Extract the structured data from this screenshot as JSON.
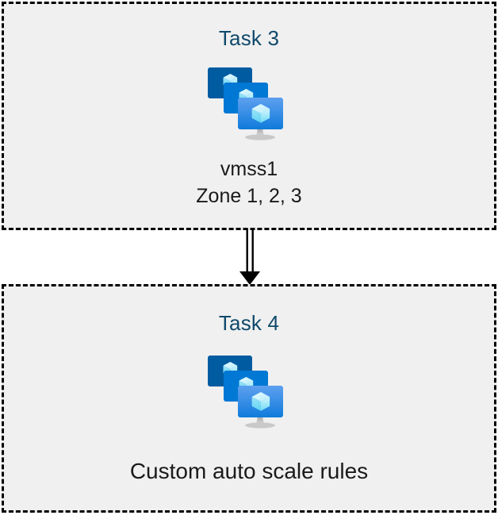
{
  "diagram": {
    "type": "flow",
    "background_color": "#ffffff",
    "box_fill_color": "#f0f0f0",
    "box_border_color": "#000000",
    "box_border_style": "dashed",
    "heading_color": "#10496b",
    "caption_color": "#1a1a1a",
    "connector": {
      "name": "double-line-arrow",
      "direction": "down",
      "from": "Task 3",
      "to": "Task 4",
      "color": "#000000"
    },
    "nodes": [
      {
        "id": "task-3",
        "heading": "Task 3",
        "icon": "virtual-machine-scale-set-icon",
        "captions": [
          "vmss1",
          "Zone 1, 2, 3"
        ]
      },
      {
        "id": "task-4",
        "heading": "Task 4",
        "icon": "virtual-machine-scale-set-icon",
        "captions": [
          "Custom auto scale rules"
        ]
      }
    ]
  },
  "icon_colors": {
    "screen_back": "#005ba1",
    "screen_middle": "#0078d4",
    "screen_front_top": "#5ea0ef",
    "screen_front_bottom": "#0f7bdb",
    "cube_light": "#c3f1ff",
    "cube_mid": "#9adcf7",
    "cube_dark": "#50e6ff",
    "stand": "#b3b3b3"
  }
}
